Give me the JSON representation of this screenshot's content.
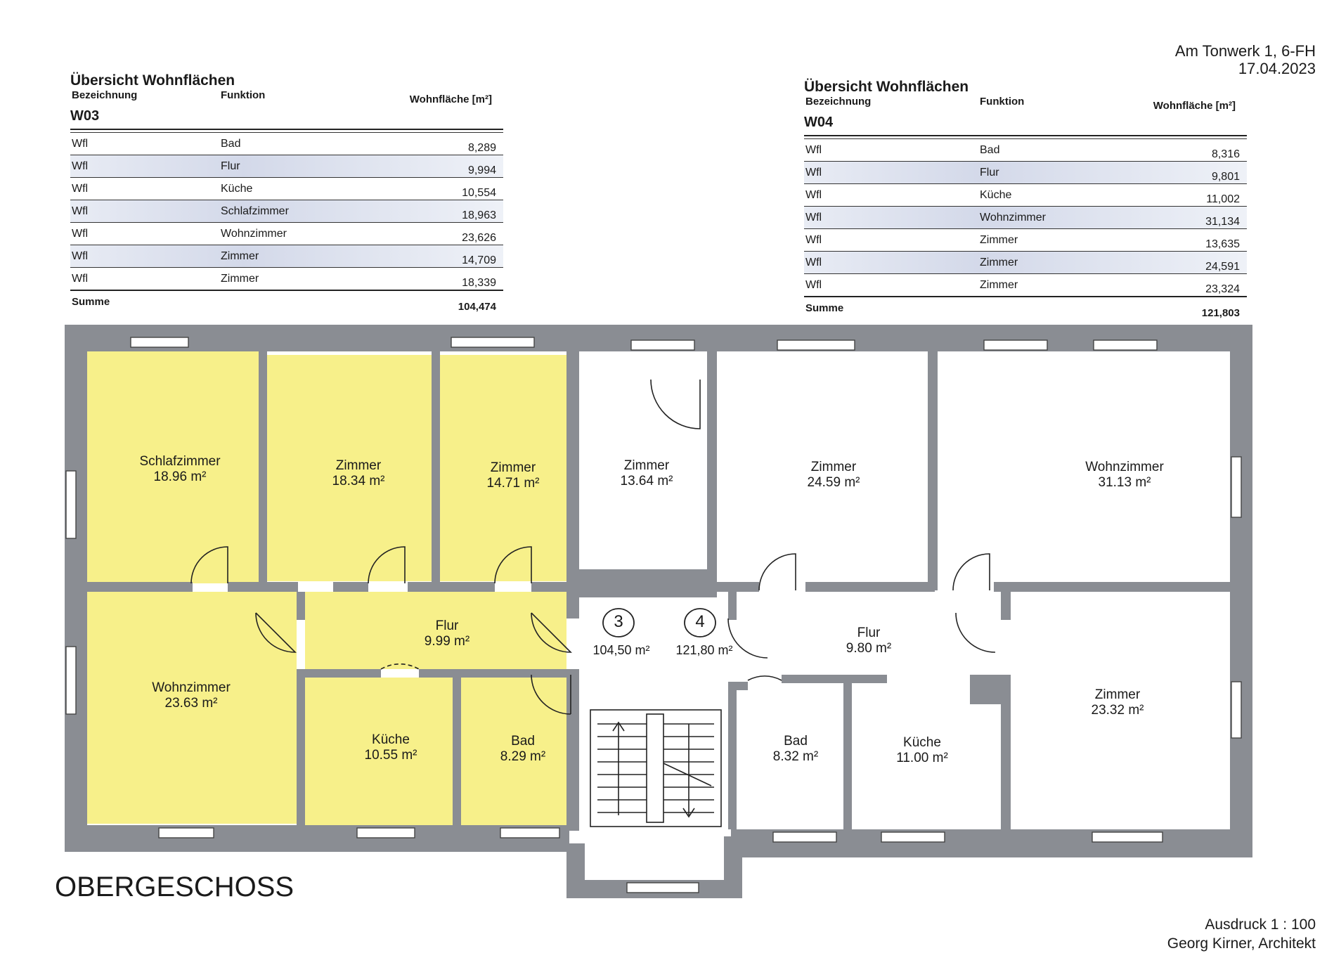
{
  "header": {
    "address": "Am Tonwerk 1, 6-FH",
    "date": "17.04.2023"
  },
  "tables": [
    {
      "title": "Übersicht Wohnflächen",
      "col_bezeichnung": "Bezeichnung",
      "col_funktion": "Funktion",
      "col_flaeche": "Wohnfläche [m²]",
      "unit": "W03",
      "rows": [
        {
          "bez": "Wfl",
          "funktion": "Bad",
          "flaeche": "8,289"
        },
        {
          "bez": "Wfl",
          "funktion": "Flur",
          "flaeche": "9,994"
        },
        {
          "bez": "Wfl",
          "funktion": "Küche",
          "flaeche": "10,554"
        },
        {
          "bez": "Wfl",
          "funktion": "Schlafzimmer",
          "flaeche": "18,963"
        },
        {
          "bez": "Wfl",
          "funktion": "Wohnzimmer",
          "flaeche": "23,626"
        },
        {
          "bez": "Wfl",
          "funktion": "Zimmer",
          "flaeche": "14,709"
        },
        {
          "bez": "Wfl",
          "funktion": "Zimmer",
          "flaeche": "18,339"
        }
      ],
      "sum_label": "Summe",
      "sum_value": "104,474"
    },
    {
      "title": "Übersicht Wohnflächen",
      "col_bezeichnung": "Bezeichnung",
      "col_funktion": "Funktion",
      "col_flaeche": "Wohnfläche [m²]",
      "unit": "W04",
      "rows": [
        {
          "bez": "Wfl",
          "funktion": "Bad",
          "flaeche": "8,316"
        },
        {
          "bez": "Wfl",
          "funktion": "Flur",
          "flaeche": "9,801"
        },
        {
          "bez": "Wfl",
          "funktion": "Küche",
          "flaeche": "11,002"
        },
        {
          "bez": "Wfl",
          "funktion": "Wohnzimmer",
          "flaeche": "31,134"
        },
        {
          "bez": "Wfl",
          "funktion": "Zimmer",
          "flaeche": "13,635"
        },
        {
          "bez": "Wfl",
          "funktion": "Zimmer",
          "flaeche": "24,591"
        },
        {
          "bez": "Wfl",
          "funktion": "Zimmer",
          "flaeche": "23,324"
        }
      ],
      "sum_label": "Summe",
      "sum_value": "121,803"
    }
  ],
  "rooms_w03": [
    {
      "name": "Schlafzimmer",
      "area": "18.96 m²"
    },
    {
      "name": "Zimmer",
      "area": "18.34 m²"
    },
    {
      "name": "Zimmer",
      "area": "14.71 m²"
    },
    {
      "name": "Flur",
      "area": "9.99 m²"
    },
    {
      "name": "Wohnzimmer",
      "area": "23.63 m²"
    },
    {
      "name": "Küche",
      "area": "10.55 m²"
    },
    {
      "name": "Bad",
      "area": "8.29 m²"
    }
  ],
  "rooms_w04": [
    {
      "name": "Zimmer",
      "area": "13.64 m²"
    },
    {
      "name": "Zimmer",
      "area": "24.59 m²"
    },
    {
      "name": "Wohnzimmer",
      "area": "31.13 m²"
    },
    {
      "name": "Flur",
      "area": "9.80 m²"
    },
    {
      "name": "Bad",
      "area": "8.32 m²"
    },
    {
      "name": "Küche",
      "area": "11.00 m²"
    },
    {
      "name": "Zimmer",
      "area": "23.32 m²"
    }
  ],
  "unit_markers": [
    {
      "number": "3",
      "area": "104,50 m²"
    },
    {
      "number": "4",
      "area": "121,80 m²"
    }
  ],
  "colors": {
    "highlight": "#f7f08a",
    "wall": "#8a8d93"
  },
  "floor_name": "OBERGESCHOSS",
  "footer": {
    "scale": "Ausdruck 1 : 100",
    "architect": "Georg Kirner, Architekt"
  }
}
